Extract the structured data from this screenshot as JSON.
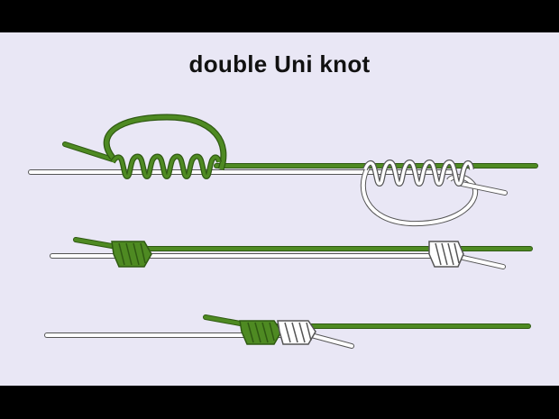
{
  "diagram": {
    "title": "double Uni knot",
    "colors": {
      "background": "#000000",
      "panel": "#e9e7f5",
      "green_line": "#4e8a22",
      "green_outline": "#2f5a12",
      "white_line": "#ffffff",
      "line_outline": "#555555"
    },
    "steps": [
      {
        "name": "step-1-tying-loops"
      },
      {
        "name": "step-2-knots-tightened"
      },
      {
        "name": "step-3-knots-joined"
      }
    ]
  }
}
